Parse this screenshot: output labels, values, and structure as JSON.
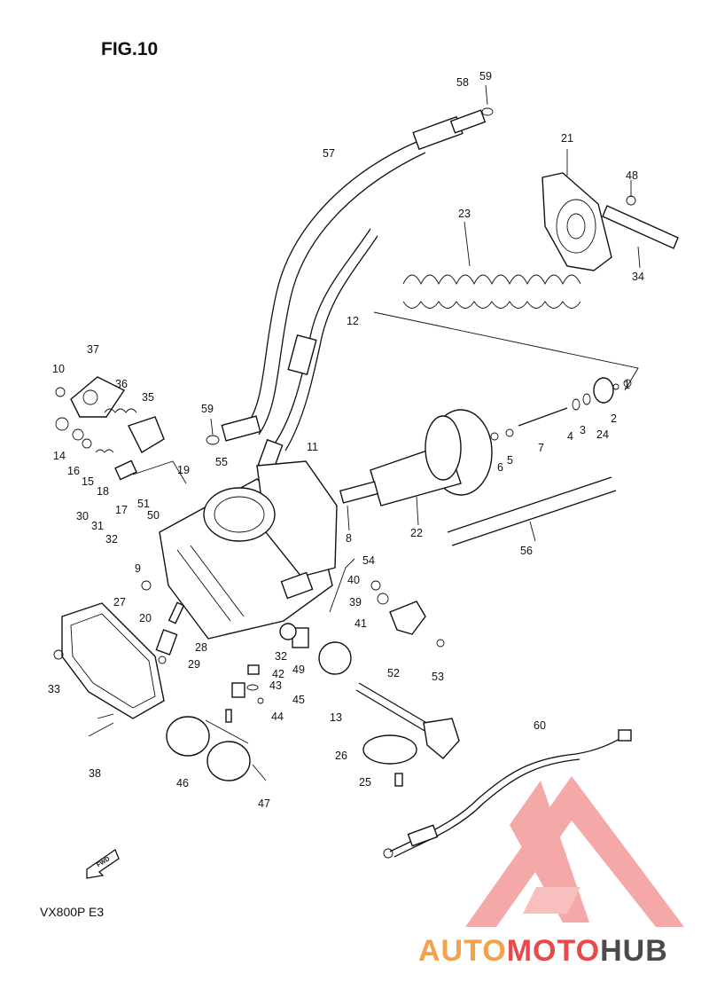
{
  "figure": {
    "title": "FIG.10",
    "model": "VX800P  E3",
    "fwd_label": "FWD"
  },
  "parts": {
    "p1": "1",
    "p2": "2",
    "p3": "3",
    "p4": "4",
    "p5": "5",
    "p6": "6",
    "p7": "7",
    "p8": "8",
    "p9": "9",
    "p10": "10",
    "p11": "11",
    "p12": "12",
    "p13": "13",
    "p14": "14",
    "p15": "15",
    "p16": "16",
    "p17": "17",
    "p18": "18",
    "p19": "19",
    "p20": "20",
    "p21": "21",
    "p22": "22",
    "p23": "23",
    "p24": "24",
    "p25": "25",
    "p26": "26",
    "p27": "27",
    "p28": "28",
    "p29": "29",
    "p30": "30",
    "p31": "31",
    "p32a": "32",
    "p32b": "32",
    "p33": "33",
    "p34": "34",
    "p35": "35",
    "p36": "36",
    "p37": "37",
    "p38": "38",
    "p39": "39",
    "p40": "40",
    "p41": "41",
    "p42": "42",
    "p43": "43",
    "p44": "44",
    "p45": "45",
    "p46": "46",
    "p47": "47",
    "p48": "48",
    "p49": "49",
    "p50": "50",
    "p51": "51",
    "p52": "52",
    "p53": "53",
    "p54": "54",
    "p55": "55",
    "p56": "56",
    "p57": "57",
    "p58": "58",
    "p59a": "59",
    "p59b": "59",
    "p60": "60"
  },
  "watermark": {
    "brand_part1": "AUTO",
    "brand_part2": "MOTO",
    "brand_part3": "HUB",
    "colors": {
      "orange": "#f3a14a",
      "red": "#e8494a",
      "gray": "#4a4a4a",
      "logo": "#f28b8b"
    }
  }
}
